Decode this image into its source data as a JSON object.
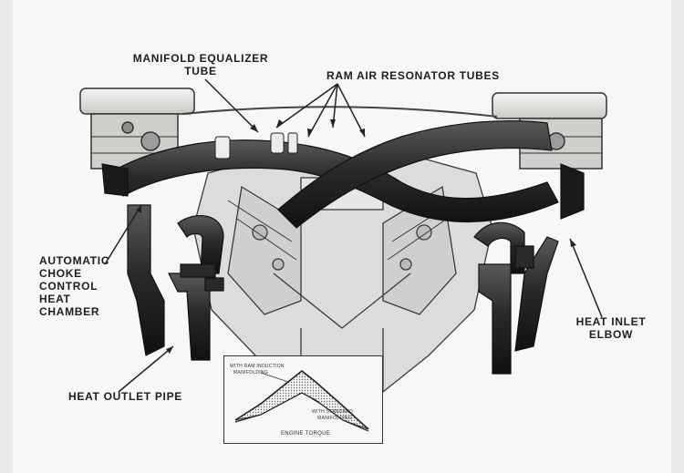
{
  "labels": {
    "manifold_equalizer_line1": "MANIFOLD EQUALIZER",
    "manifold_equalizer_line2": "TUBE",
    "ram_air": "RAM AIR RESONATOR TUBES",
    "choke_1": "AUTOMATIC",
    "choke_2": "CHOKE",
    "choke_3": "CONTROL",
    "choke_4": "HEAT",
    "choke_5": "CHAMBER",
    "heat_inlet_1": "HEAT INLET",
    "heat_inlet_2": "ELBOW",
    "heat_outlet": "HEAT OUTLET PIPE"
  },
  "inset": {
    "ram_1": "WITH RAM INDUCTION",
    "ram_2": "MANIFOLDING",
    "std_1": "WITH STANDARD",
    "std_2": "MANIFOLDING",
    "axis": "ENGINE TORQUE"
  }
}
